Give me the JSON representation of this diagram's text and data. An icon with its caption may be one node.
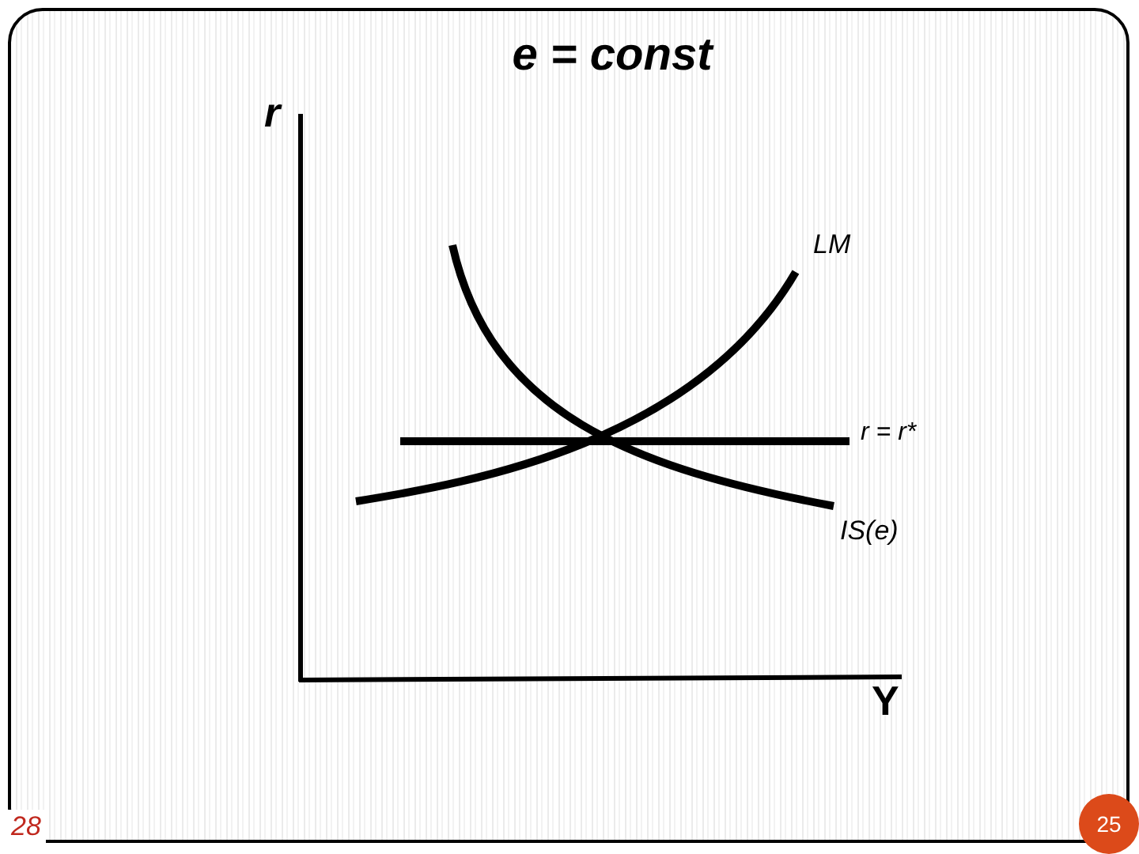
{
  "diagram": {
    "title": "e = const",
    "nodes": [
      {
        "text": [
          "25"
        ]
      }
    ],
    "labels": [
      "r",
      "LM",
      "r = r*",
      "IS(e)",
      "Y",
      "28"
    ]
  }
}
